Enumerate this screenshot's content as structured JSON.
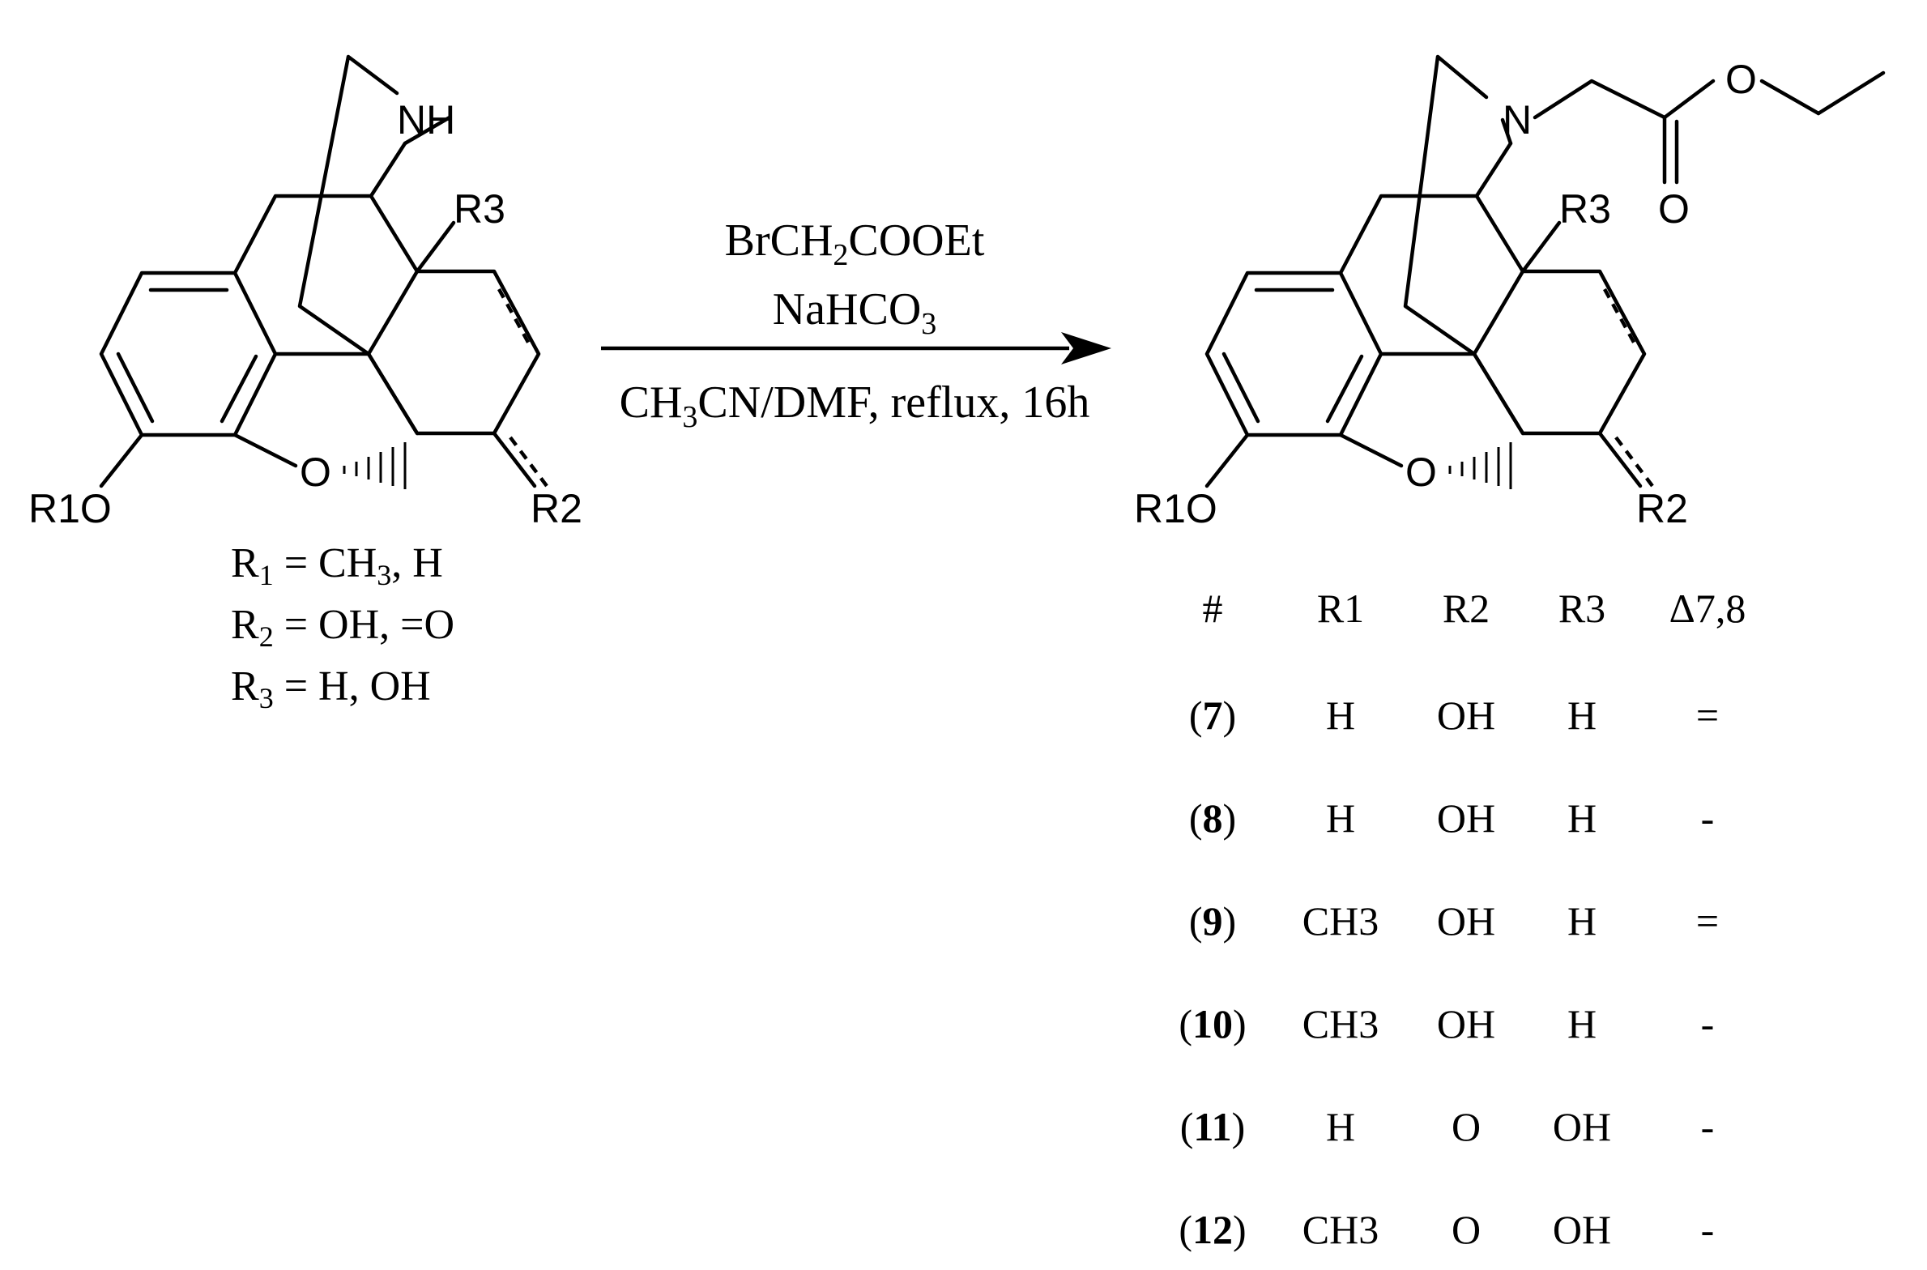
{
  "reactant": {
    "atoms": {
      "nh": "NH",
      "r3": "R3",
      "r1o": "R1O",
      "o_bridge": "O",
      "r2": "R2"
    },
    "legend": [
      {
        "symbol": "R",
        "sub": "1",
        "values": " = CH",
        "values_sub": "3",
        "tail": ", H"
      },
      {
        "symbol": "R",
        "sub": "2",
        "values": " = OH, =O",
        "values_sub": "",
        "tail": ""
      },
      {
        "symbol": "R",
        "sub": "3",
        "values": " = H, OH",
        "values_sub": "",
        "tail": ""
      }
    ]
  },
  "conditions": {
    "reagent": {
      "a": "BrCH",
      "a_sub": "2",
      "b": "COOEt"
    },
    "base": {
      "a": "NaHCO",
      "a_sub": "3"
    },
    "solvent": {
      "a": "CH",
      "a_sub": "3",
      "b": "CN/DMF, reflux, 16h"
    }
  },
  "product": {
    "atoms": {
      "n": "N",
      "o_ester": "O",
      "o_carbonyl": "O",
      "r3": "R3",
      "r1o": "R1O",
      "o_bridge": "O",
      "r2": "R2"
    }
  },
  "table": {
    "headers": [
      "#",
      "R1",
      "R2",
      "R3",
      "Δ7,8"
    ],
    "rows": [
      {
        "id": "7",
        "r1": "H",
        "r2": "OH",
        "r3": "H",
        "delta": "="
      },
      {
        "id": "8",
        "r1": "H",
        "r2": "OH",
        "r3": "H",
        "delta": "-"
      },
      {
        "id": "9",
        "r1": "CH3",
        "r2": "OH",
        "r3": "H",
        "delta": "="
      },
      {
        "id": "10",
        "r1": "CH3",
        "r2": "OH",
        "r3": "H",
        "delta": "-"
      },
      {
        "id": "11",
        "r1": "H",
        "r2": "O",
        "r3": "OH",
        "delta": "-"
      },
      {
        "id": "12",
        "r1": "CH3",
        "r2": "O",
        "r3": "OH",
        "delta": "-"
      }
    ]
  }
}
